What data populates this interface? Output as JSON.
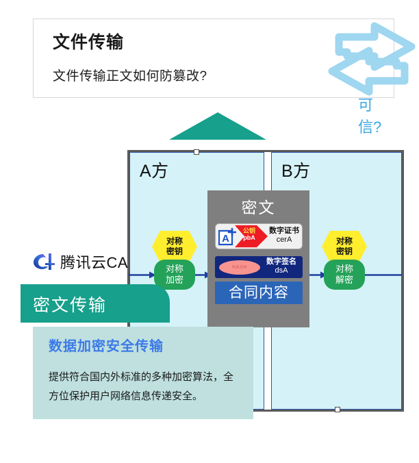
{
  "header": {
    "title": "文件传输",
    "question": "文件传输正文如何防篡改?",
    "trust_label": "可信?",
    "arrow_icon": "bidirectional-exchange-arrow",
    "arrow_color": "#9fd6f0",
    "trust_color": "#3aa8e0"
  },
  "flow": {
    "triangle_icon": "up-triangle",
    "triangle_color": "#17a08b"
  },
  "diagram": {
    "party_a_label": "A方",
    "party_b_label": "B方",
    "panel_fill": "#d4f2f7",
    "panel_border": "#2f56a8",
    "frame_border": "#5a5a5a"
  },
  "cipher": {
    "title": "密文",
    "block_color": "#7f7f7f",
    "certificate": {
      "icon": "certificate-badge-icon",
      "key_label": "公钥",
      "key_id": "pbA",
      "name": "数字证书",
      "id": "cerA",
      "arrow_color": "#ee1c24",
      "card_color": "#f0f0f0"
    },
    "signature": {
      "hash_label": "HASH",
      "name": "数字签名",
      "id": "dsA",
      "block_color": "#11277e",
      "hash_color": "#f8948f"
    },
    "contract": {
      "label": "合同内容",
      "block_color": "#2b65b8"
    }
  },
  "nodes": {
    "key_a": "对称\n密钥",
    "key_a_line1": "对称",
    "key_a_line2": "密钥",
    "encrypt_line1": "对称",
    "encrypt_line2": "加密",
    "key_b_line1": "对称",
    "key_b_line2": "密钥",
    "decrypt_line1": "对称",
    "decrypt_line2": "解密",
    "key_color": "#ffee2e",
    "crypto_color": "#24a259",
    "arrow_color": "#1f3f9e"
  },
  "logo": {
    "mark_icon": "tencent-cloud-ca-mark",
    "text": "腾讯云CA"
  },
  "callout": {
    "banner_label": "密文传输",
    "heading": "数据加密安全传输",
    "body": "提供符合国内外标准的多种加密算法，全方位保护用户网络信息传递安全。",
    "banner_color": "#17a08b",
    "body_bg": "#bfe0df",
    "heading_color": "#3d7ae8"
  }
}
